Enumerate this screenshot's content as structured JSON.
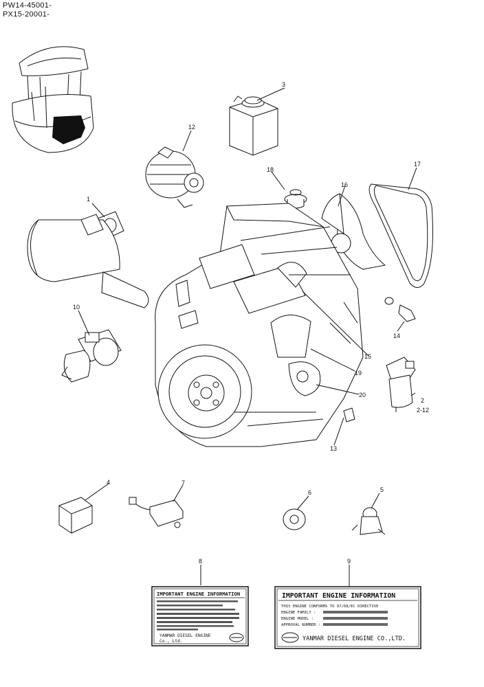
{
  "header": {
    "serial_range_1": "PW14-45001-",
    "serial_range_2": "PX15-20001-"
  },
  "callouts": [
    {
      "id": "c1",
      "label": "1"
    },
    {
      "id": "c2",
      "label": "2"
    },
    {
      "id": "c2b",
      "label": "2-12"
    },
    {
      "id": "c3",
      "label": "3"
    },
    {
      "id": "c4",
      "label": "4"
    },
    {
      "id": "c5",
      "label": "5"
    },
    {
      "id": "c6",
      "label": "6"
    },
    {
      "id": "c7",
      "label": "7"
    },
    {
      "id": "c8",
      "label": "8"
    },
    {
      "id": "c9",
      "label": "9"
    },
    {
      "id": "c10",
      "label": "10"
    },
    {
      "id": "c12",
      "label": "12"
    },
    {
      "id": "c13",
      "label": "13"
    },
    {
      "id": "c14",
      "label": "14"
    },
    {
      "id": "c15",
      "label": "15"
    },
    {
      "id": "c16",
      "label": "16"
    },
    {
      "id": "c17",
      "label": "17"
    },
    {
      "id": "c18",
      "label": "18"
    },
    {
      "id": "c19",
      "label": "19"
    },
    {
      "id": "c20",
      "label": "20"
    }
  ],
  "plate_small": {
    "title": "IMPORTANT ENGINE INFORMATION",
    "footer_1": "YANMAR DIESEL ENGINE",
    "footer_2": "Co., Ltd."
  },
  "plate_large": {
    "title": "IMPORTANT ENGINE INFORMATION",
    "line_1": "THIS ENGINE CONFORMS TO 97/68/EC DIRECTIVE",
    "line_2": "ENGINE FAMILY :",
    "line_3": "ENGINE MODEL :",
    "line_4": "APPROVAL NUMBER :",
    "footer": "YANMAR DIESEL ENGINE CO.,LTD."
  }
}
